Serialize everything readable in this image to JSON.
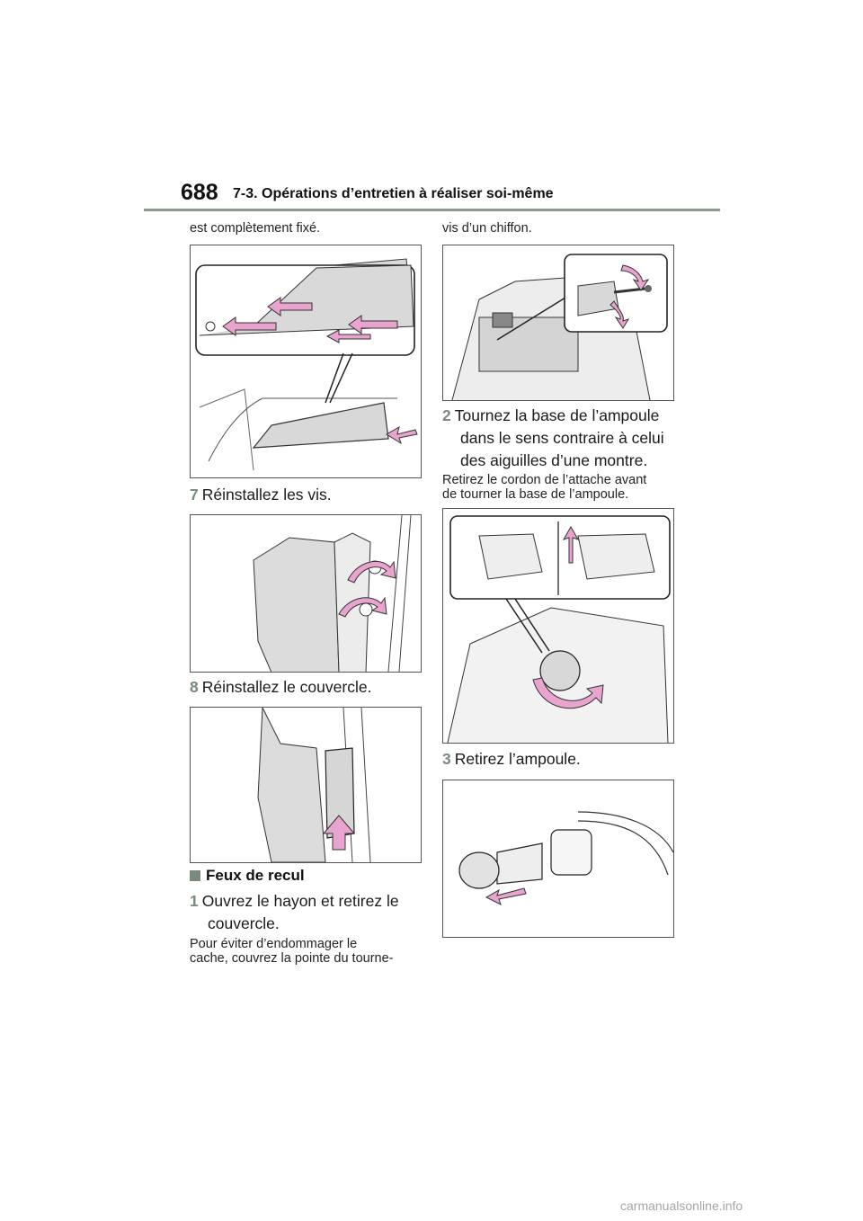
{
  "header": {
    "page_number": "688",
    "section_title": "7-3. Opérations d’entretien à réaliser soi-même"
  },
  "left_column": {
    "continued_text": "est complètement fixé.",
    "step7": {
      "number": "7",
      "text": "Réinstallez les vis."
    },
    "step8": {
      "number": "8",
      "text": "Réinstallez le couvercle."
    },
    "section_heading": "Feux de recul",
    "step1": {
      "number": "1",
      "line1": "Ouvrez le hayon et retirez le",
      "line2": "couvercle."
    },
    "note_line1": "Pour éviter d’endommager le",
    "note_line2": "cache, couvrez la pointe du tourne-"
  },
  "right_column": {
    "continued_text": "vis d’un chiffon.",
    "step2": {
      "number": "2",
      "line1": "Tournez la base de l’ampoule",
      "line2": "dans le sens contraire à celui",
      "line3": "des aiguilles d’une montre."
    },
    "note_line1": "Retirez le cordon de l’attache avant",
    "note_line2": "de tourner la base de l’ampoule.",
    "step3": {
      "number": "3",
      "text": "Retirez l’ampoule."
    }
  },
  "footer": {
    "watermark": "carmanualsonline.info"
  },
  "colors": {
    "arrow": "#e9a3cf",
    "arrow_stroke": "#333333",
    "accent": "#7a8a7c",
    "rule": "#8a9a8c"
  }
}
